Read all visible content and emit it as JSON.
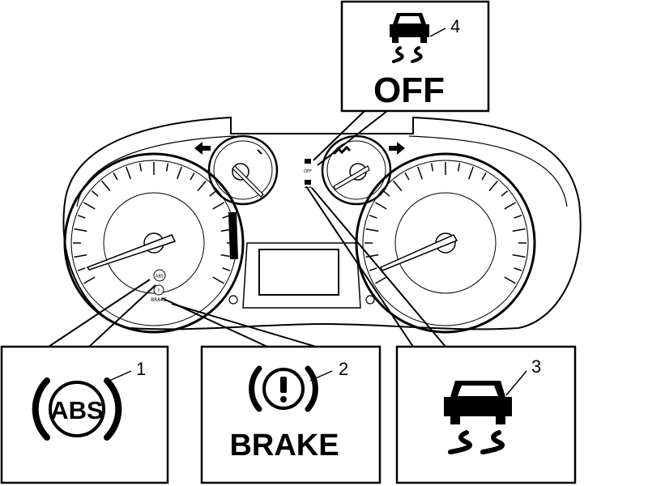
{
  "callouts": [
    {
      "number": "1",
      "label": "ABS"
    },
    {
      "number": "2",
      "label": "BRAKE"
    },
    {
      "number": "3",
      "label": ""
    },
    {
      "number": "4",
      "label": "OFF"
    }
  ],
  "cluster": {
    "abs_text": "ABS",
    "brake_text": "BRAKE",
    "off_text": "OFF"
  }
}
